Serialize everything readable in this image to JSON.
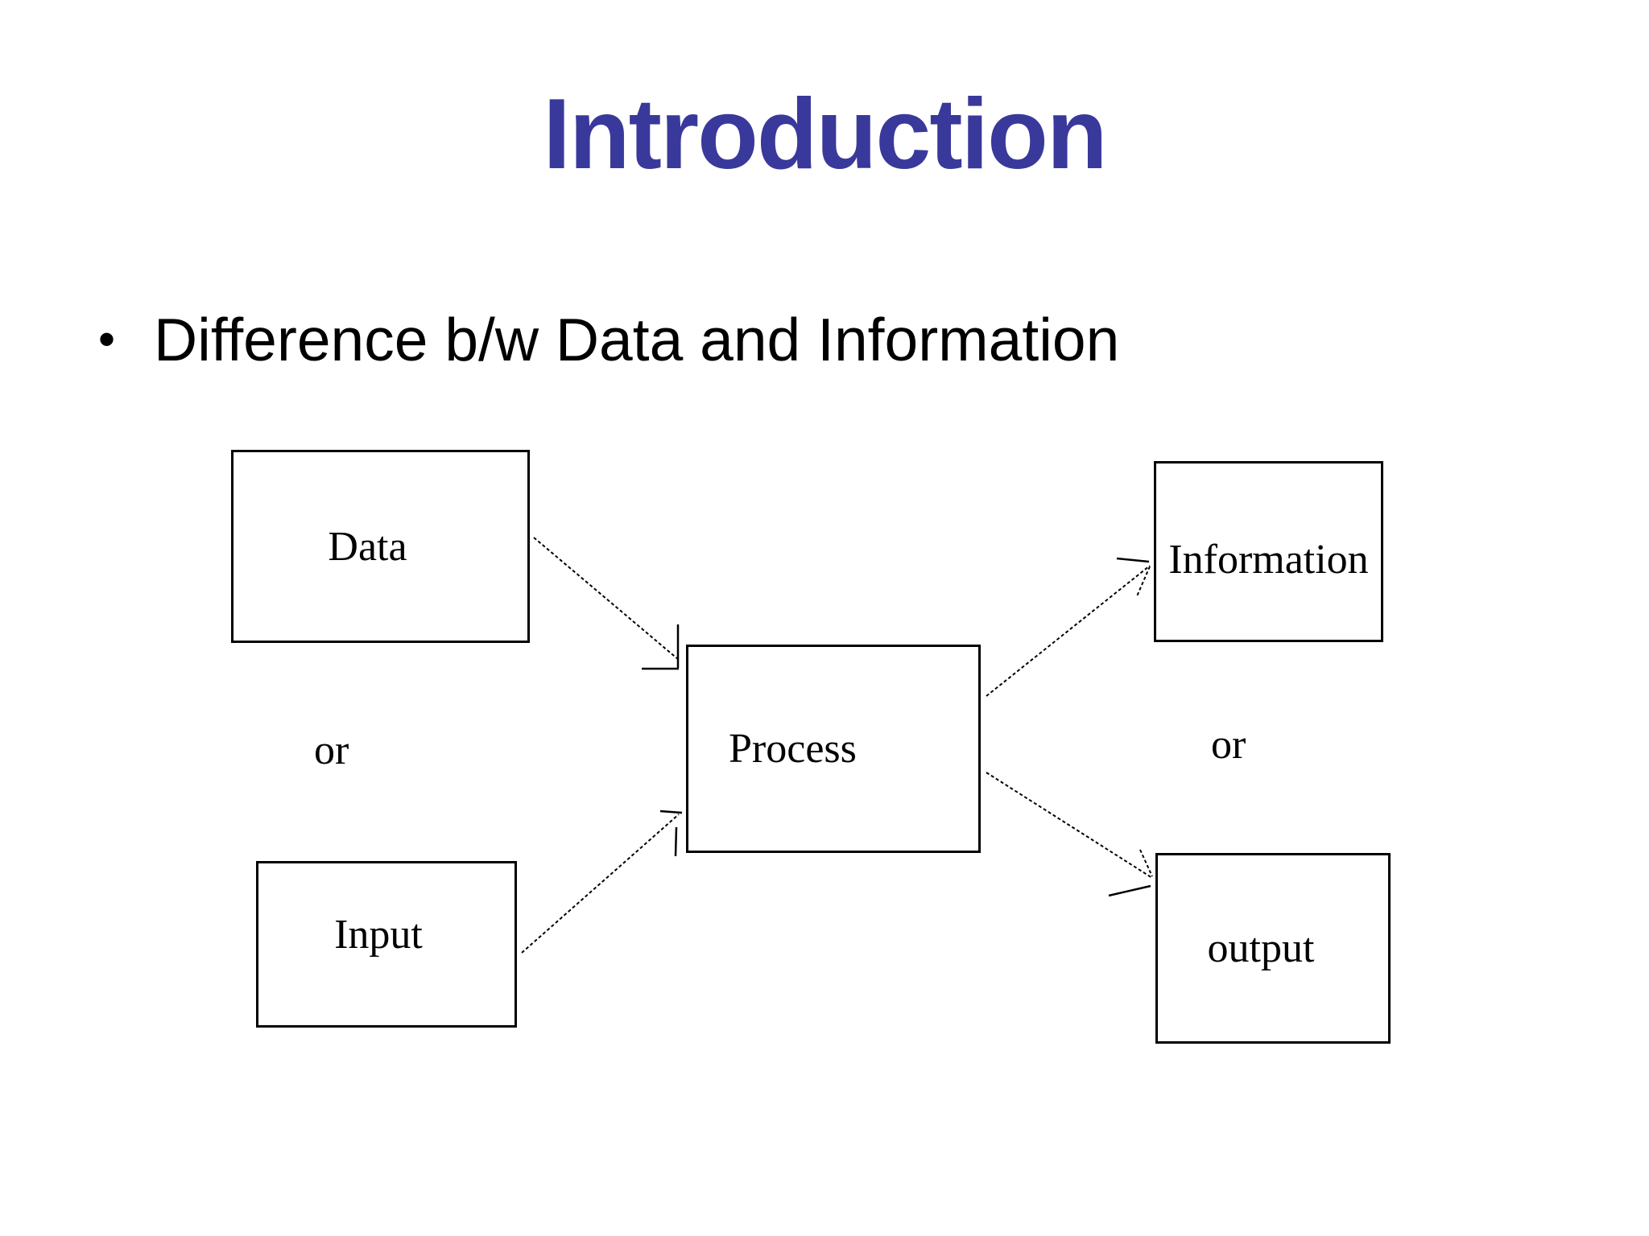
{
  "slide": {
    "title": "Introduction",
    "bullet_glyph": "•",
    "bullet_text": "Difference b/w Data and Information"
  },
  "colors": {
    "title": "#39399B",
    "body_text": "#000000",
    "box_border": "#000000",
    "background": "#FFFFFF"
  },
  "diagram": {
    "nodes": {
      "data": {
        "label": "Data"
      },
      "input": {
        "label": "Input"
      },
      "process": {
        "label": "Process"
      },
      "information": {
        "label": "Information"
      },
      "output": {
        "label": "output"
      }
    },
    "or_labels": {
      "left": "or",
      "right": "or"
    },
    "edges": [
      {
        "from": "Data",
        "to": "Process"
      },
      {
        "from": "Input",
        "to": "Process"
      },
      {
        "from": "Process",
        "to": "Information"
      },
      {
        "from": "Process",
        "to": "output"
      }
    ]
  }
}
